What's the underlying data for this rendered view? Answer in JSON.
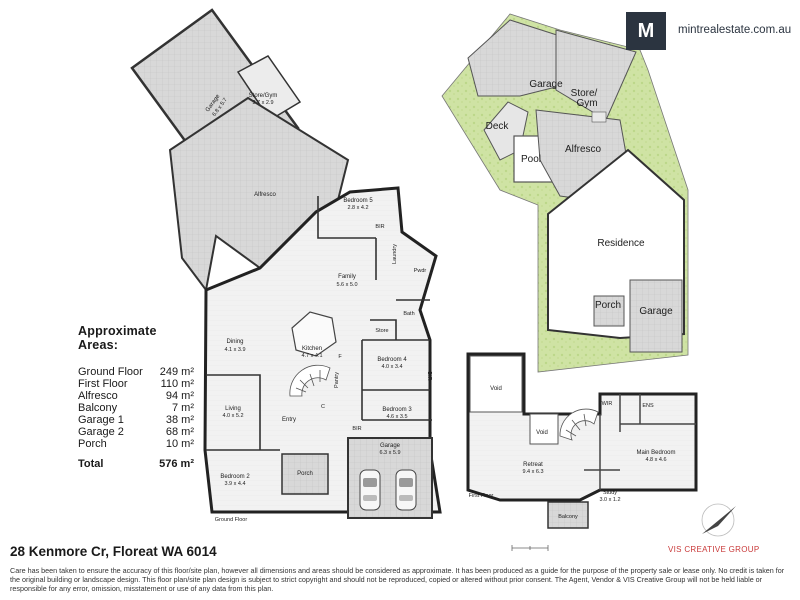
{
  "brand": {
    "logo_letter": "M",
    "website": "mintrealestate.com.au",
    "designer": "VIS CREATIVE GROUP",
    "accent": "#2b3440",
    "designer_color": "#c93a3a"
  },
  "ground_floor_rooms": {
    "garage_top": {
      "name": "Garage",
      "dims": "6.8 x 5.7"
    },
    "store_gym": {
      "name": "Store/Gym",
      "dims": "3.7 x 2.9"
    },
    "alfresco": {
      "name": "Alfresco"
    },
    "bedroom5": {
      "name": "Bedroom 5",
      "dims": "2.8 x 4.2"
    },
    "bir_top": {
      "name": "BIR"
    },
    "laundry": {
      "name": "Laundry"
    },
    "pwdr": {
      "name": "Pwdr"
    },
    "family": {
      "name": "Family",
      "dims": "5.6 x 5.0"
    },
    "bath": {
      "name": "Bath"
    },
    "store": {
      "name": "Store"
    },
    "dining": {
      "name": "Dining",
      "dims": "4.1 x 3.9"
    },
    "kitchen": {
      "name": "Kitchen",
      "dims": "4.7 x 4.1"
    },
    "f_label": "F",
    "pantry": {
      "name": "Pantry"
    },
    "c_label": "C",
    "bedroom4": {
      "name": "Bedroom 4",
      "dims": "4.0 x 3.4"
    },
    "bir_side": {
      "name": "BIR"
    },
    "living": {
      "name": "Living",
      "dims": "4.0 x 5.2"
    },
    "entry": {
      "name": "Entry"
    },
    "bedroom3": {
      "name": "Bedroom 3",
      "dims": "4.6 x 3.5"
    },
    "bir_mid": {
      "name": "BIR"
    },
    "garage_bottom": {
      "name": "Garage",
      "dims": "6.3 x 5.9"
    },
    "porch": {
      "name": "Porch"
    },
    "bedroom2": {
      "name": "Bedroom 2",
      "dims": "3.9 x 4.4"
    },
    "floor_label": "Ground Floor"
  },
  "first_floor_rooms": {
    "void_top": {
      "name": "Void"
    },
    "void_mid": {
      "name": "Void"
    },
    "wir": {
      "name": "WIR"
    },
    "ens": {
      "name": "ENS"
    },
    "retreat": {
      "name": "Retreat",
      "dims": "9.4 x 6.3"
    },
    "main_bedroom": {
      "name": "Main Bedroom",
      "dims": "4.8 x 4.6"
    },
    "study": {
      "name": "Study",
      "dims": "3.0 x 1.2"
    },
    "balcony": {
      "name": "Balcony"
    },
    "floor_label": "First Floor"
  },
  "site_plan": {
    "garage_top": "Garage",
    "store_gym": "Store/\nGym",
    "deck": "Deck",
    "pool": "Pool",
    "alfresco": "Alfresco",
    "residence": "Residence",
    "porch": "Porch",
    "garage_bottom": "Garage"
  },
  "areas": {
    "heading": "Approximate Areas:",
    "rows": [
      {
        "label": "Ground Floor",
        "value": "249 m²"
      },
      {
        "label": "First Floor",
        "value": "110 m²"
      },
      {
        "label": "Alfresco",
        "value": "94 m²"
      },
      {
        "label": "Balcony",
        "value": "7 m²"
      },
      {
        "label": "Garage 1",
        "value": "38 m²"
      },
      {
        "label": "Garage 2",
        "value": "68 m²"
      },
      {
        "label": "Porch",
        "value": "10 m²"
      }
    ],
    "total": {
      "label": "Total",
      "value": "576 m²"
    }
  },
  "address": "28 Kenmore Cr, Floreat WA 6014",
  "disclaimer": "Care has been taken to ensure the accuracy of this floor/site plan, however all dimensions and areas should be considered as approximate. It has been produced as a guide for the purpose of the property sale or lease only. No credit is taken for the original building or landscape design. This floor plan/site plan design is subject to strict copyright and should not be reproduced, copied or altered without prior consent. The Agent, Vendor & VIS Creative Group will not be held liable or responsible for any error, omission, misstatement or use of any data from this plan."
}
